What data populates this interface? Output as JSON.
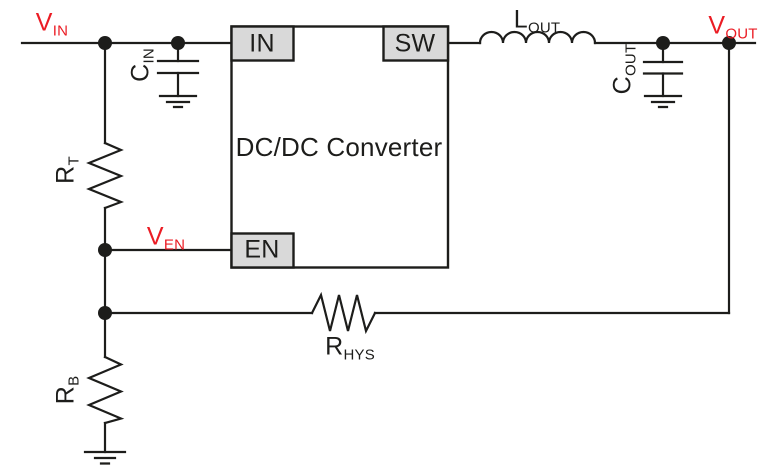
{
  "figure": {
    "type": "circuit-schematic",
    "block_title": "DC/DC Converter"
  },
  "colors": {
    "net_label_red": "#eb1c24",
    "wire_black": "#1d1d1b",
    "pin_fill_gray": "#d9d9d9",
    "block_fill_white": "#ffffff",
    "background": "#ffffff"
  },
  "block": {
    "title": "DC/DC Converter",
    "pins": [
      {
        "id": "in",
        "label": "IN"
      },
      {
        "id": "sw",
        "label": "SW"
      },
      {
        "id": "en",
        "label": "EN"
      }
    ]
  },
  "labels": {
    "v_in": {
      "base": "V",
      "sub": "IN"
    },
    "c_in": {
      "base": "C",
      "sub": "IN"
    },
    "r_t": {
      "base": "R",
      "sub": "T"
    },
    "v_en": {
      "base": "V",
      "sub": "EN"
    },
    "r_b": {
      "base": "R",
      "sub": "B"
    },
    "r_hys": {
      "base": "R",
      "sub": "HYS"
    },
    "l_out": {
      "base": "L",
      "sub": "OUT"
    },
    "c_out": {
      "base": "C",
      "sub": "OUT"
    },
    "v_out": {
      "base": "V",
      "sub": "OUT"
    }
  }
}
